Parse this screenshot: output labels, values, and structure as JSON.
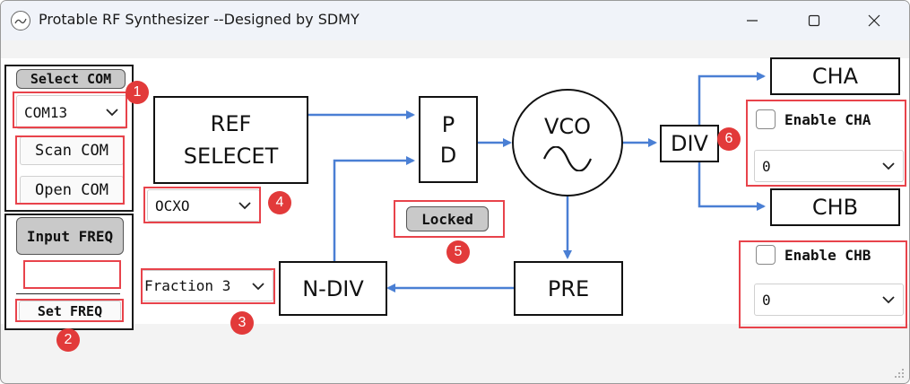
{
  "window": {
    "title": "Protable RF Synthesizer --Designed by SDMY"
  },
  "com_panel": {
    "select_label": "Select COM",
    "port_value": "COM13",
    "scan_label": "Scan COM",
    "open_label": "Open COM"
  },
  "freq_panel": {
    "input_label": "Input FREQ",
    "input_value": "",
    "set_label": "Set FREQ"
  },
  "blocks": {
    "ref": "REF\nSELECET",
    "pd": "P\nD",
    "vco": "VCO",
    "div": "DIV",
    "ndiv": "N-DIV",
    "pre": "PRE",
    "cha": "CHA",
    "chb": "CHB"
  },
  "ref_select": {
    "value": "OCXO"
  },
  "fraction_select": {
    "value": "Fraction 3"
  },
  "lock_status": "Locked",
  "cha": {
    "enable_label": "Enable CHA",
    "value": "0",
    "checked": false
  },
  "chb": {
    "enable_label": "Enable CHB",
    "value": "0",
    "checked": false
  },
  "badges": [
    "1",
    "2",
    "3",
    "4",
    "5",
    "6"
  ],
  "colors": {
    "arrow": "#4a7fd4",
    "highlight": "#e8434b",
    "badge": "#e23a3a"
  }
}
